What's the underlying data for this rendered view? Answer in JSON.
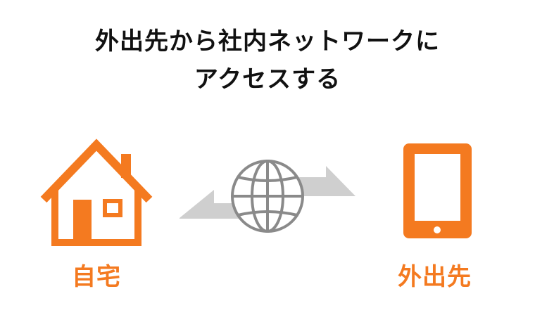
{
  "title": {
    "line1": "外出先から社内ネットワークに",
    "line2": "アクセスする"
  },
  "labels": {
    "home": "自宅",
    "away": "外出先"
  },
  "colors": {
    "accent": "#f47a20",
    "arrow": "#cfcfcf",
    "globe": "#8a8a8a",
    "title": "#111111"
  },
  "icons": {
    "home": "house-icon",
    "connection": "globe-icon",
    "away": "tablet-icon"
  }
}
